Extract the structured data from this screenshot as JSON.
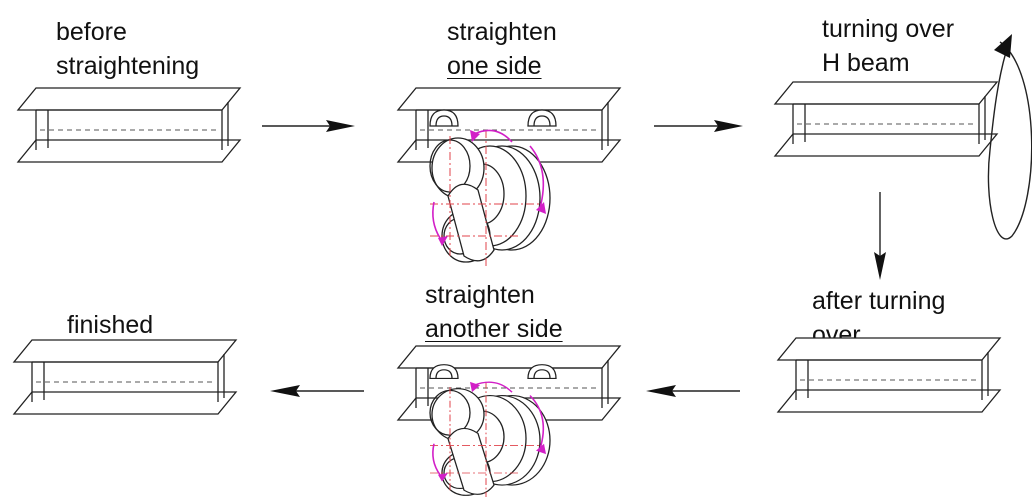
{
  "steps": {
    "before": {
      "line1": "before",
      "line2": "straightening"
    },
    "straighten_one": {
      "line1": "straighten",
      "line2": "one side"
    },
    "turning": {
      "line1": "turning over",
      "line2": "H beam"
    },
    "after_turning": {
      "line1": "after turning",
      "line2": "over"
    },
    "straighten_another": {
      "line1": "straighten",
      "line2": "another side"
    },
    "finished": {
      "line1": "finished"
    }
  }
}
